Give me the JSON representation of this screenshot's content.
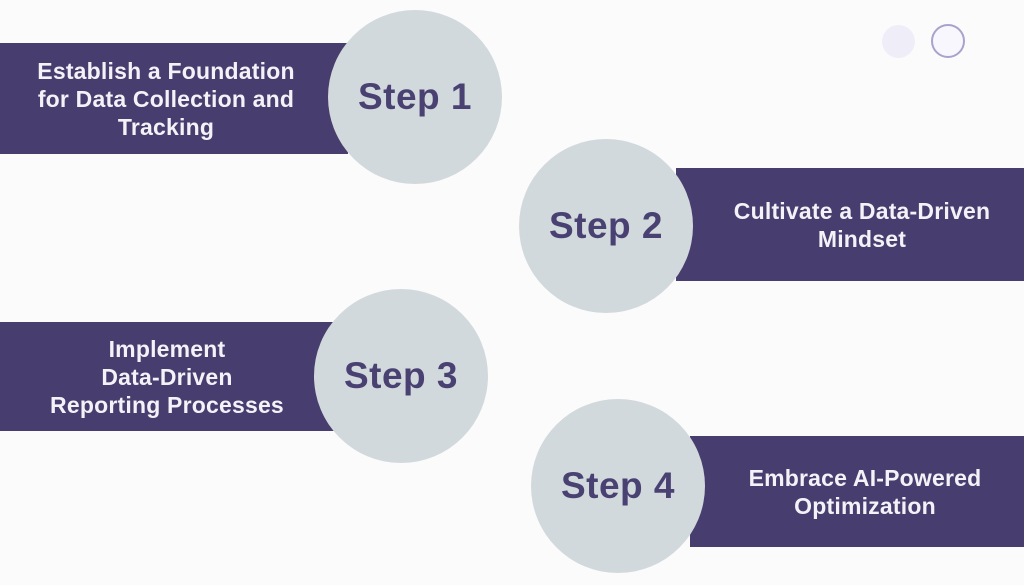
{
  "infographic": {
    "colors": {
      "background": "#fcfbfc",
      "banner": "#473d6e",
      "banner_text": "#f4f1f7",
      "circle_fill": "#d2d9dc",
      "step_label_text": "#4a4173",
      "decor_dot_fill": "#efeef8",
      "decor_dot_ring": "#a9a2cc"
    },
    "steps": [
      {
        "label": "Step 1",
        "title": "Establish a Foundation for Data Collection and Tracking",
        "title_lines": [
          "Establish a Foundation",
          "for Data Collection and",
          "Tracking"
        ]
      },
      {
        "label": "Step 2",
        "title": "Cultivate a Data-Driven Mindset",
        "title_lines": [
          "Cultivate a Data-Driven",
          "Mindset"
        ]
      },
      {
        "label": "Step 3",
        "title": "Implement Data-Driven Reporting Processes",
        "title_lines": [
          "Implement",
          "Data-Driven",
          "Reporting Processes"
        ]
      },
      {
        "label": "Step 4",
        "title": "Embrace AI-Powered Optimization",
        "title_lines": [
          "Embrace AI-Powered",
          "Optimization"
        ]
      }
    ]
  }
}
